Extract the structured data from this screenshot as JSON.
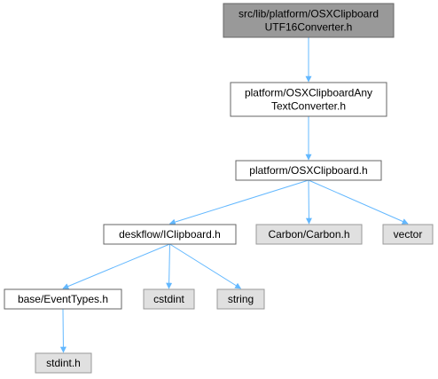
{
  "diagram": {
    "nodes": [
      {
        "id": "root",
        "lines": [
          "src/lib/platform/OSXClipboard",
          "UTF16Converter.h"
        ],
        "style": "root"
      },
      {
        "id": "any",
        "lines": [
          "platform/OSXClipboardAny",
          "TextConverter.h"
        ],
        "style": "normal"
      },
      {
        "id": "osxclip",
        "lines": [
          "platform/OSXClipboard.h"
        ],
        "style": "normal"
      },
      {
        "id": "iclip",
        "lines": [
          "deskflow/IClipboard.h"
        ],
        "style": "normal"
      },
      {
        "id": "carbon",
        "lines": [
          "Carbon/Carbon.h"
        ],
        "style": "external"
      },
      {
        "id": "vector",
        "lines": [
          "vector"
        ],
        "style": "external"
      },
      {
        "id": "eventtypes",
        "lines": [
          "base/EventTypes.h"
        ],
        "style": "normal"
      },
      {
        "id": "cstdint",
        "lines": [
          "cstdint"
        ],
        "style": "external"
      },
      {
        "id": "string",
        "lines": [
          "string"
        ],
        "style": "external"
      },
      {
        "id": "stdint",
        "lines": [
          "stdint.h"
        ],
        "style": "external"
      }
    ],
    "edges": [
      {
        "from": "root",
        "to": "any"
      },
      {
        "from": "any",
        "to": "osxclip"
      },
      {
        "from": "osxclip",
        "to": "iclip"
      },
      {
        "from": "osxclip",
        "to": "carbon"
      },
      {
        "from": "osxclip",
        "to": "vector"
      },
      {
        "from": "iclip",
        "to": "eventtypes"
      },
      {
        "from": "iclip",
        "to": "cstdint"
      },
      {
        "from": "iclip",
        "to": "string"
      },
      {
        "from": "eventtypes",
        "to": "stdint"
      }
    ],
    "colors": {
      "root_fill": "#999999",
      "root_stroke": "#666666",
      "normal_fill": "#ffffff",
      "normal_stroke": "#666666",
      "external_fill": "#e0e0e0",
      "external_stroke": "#999999",
      "edge": "#63b8ff"
    }
  }
}
